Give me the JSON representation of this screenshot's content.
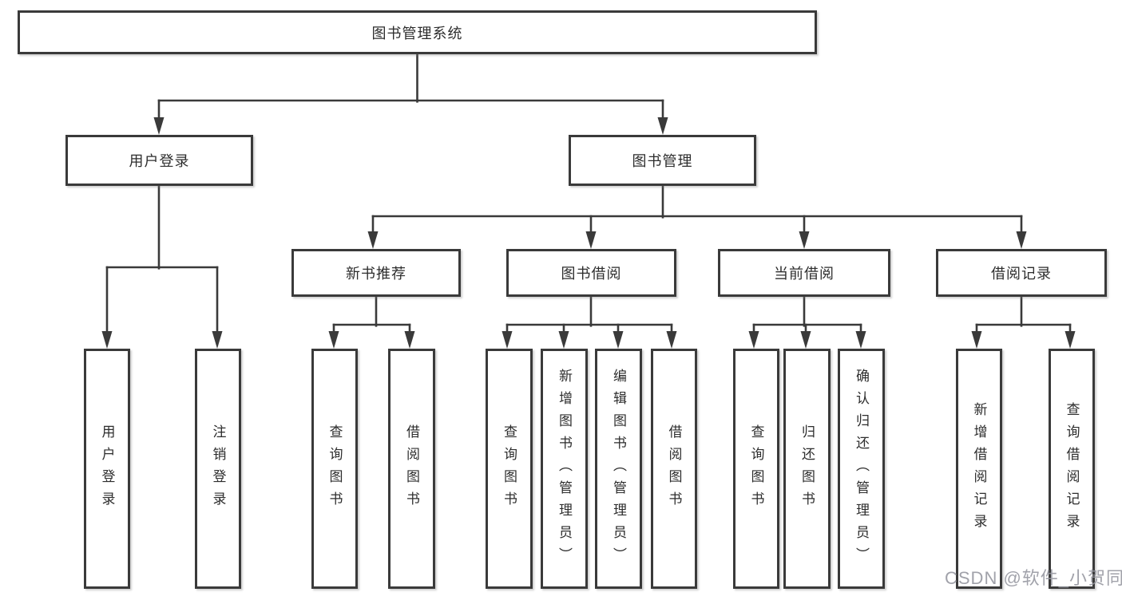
{
  "title": {
    "label": "图书管理系统"
  },
  "level2": [
    {
      "id": "user-login",
      "label": "用户登录"
    },
    {
      "id": "book-management",
      "label": "图书管理"
    }
  ],
  "level3": [
    {
      "id": "new-book-recommend",
      "label": "新书推荐"
    },
    {
      "id": "book-borrow",
      "label": "图书借阅"
    },
    {
      "id": "current-borrow",
      "label": "当前借阅"
    },
    {
      "id": "borrow-records",
      "label": "借阅记录"
    }
  ],
  "leaves": {
    "user_login": [
      {
        "label": "用户登录"
      },
      {
        "label": "注销登录"
      }
    ],
    "new_book_recommend": [
      {
        "label": "查询图书"
      },
      {
        "label": "借阅图书"
      }
    ],
    "book_borrow": [
      {
        "label": "查询图书"
      },
      {
        "label": "新增图书（管理员）"
      },
      {
        "label": "编辑图书（管理员）"
      },
      {
        "label": "借阅图书"
      }
    ],
    "current_borrow": [
      {
        "label": "查询图书"
      },
      {
        "label": "归还图书"
      },
      {
        "label": "确认归还（管理员）"
      }
    ],
    "borrow_records": [
      {
        "label": "新增借阅记录"
      },
      {
        "label": "查询借阅记录"
      }
    ]
  },
  "watermark": {
    "text": "CSDN @软件_小贺同学"
  },
  "colors": {
    "line": "#3a3a3a",
    "box_border": "#3a3a3a",
    "box_fill": "#ffffff",
    "text": "#2d2d2d",
    "watermark": "#94959e",
    "background": "#ffffff"
  }
}
